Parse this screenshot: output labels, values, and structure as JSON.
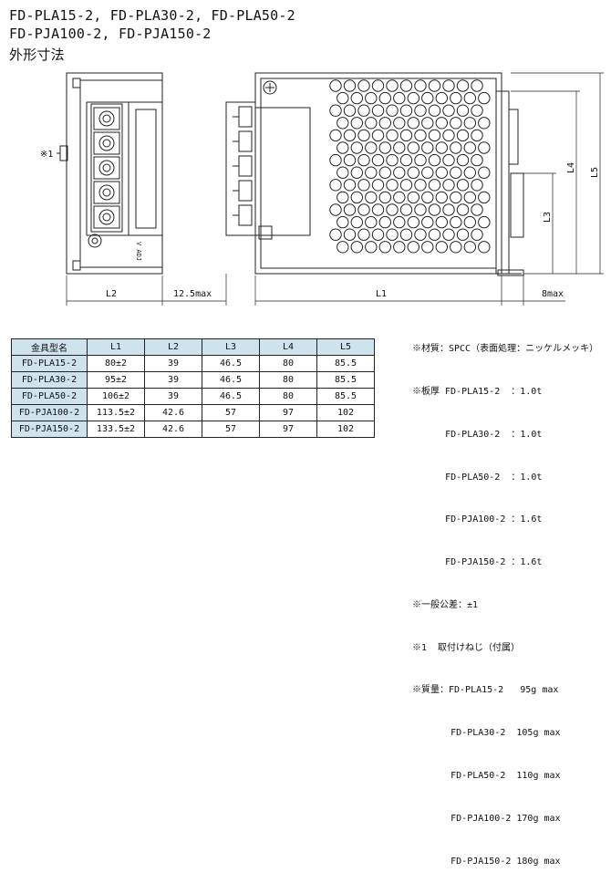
{
  "title": {
    "line1": "FD-PLA15-2, FD-PLA30-2, FD-PLA50-2",
    "line2": "FD-PJA100-2, FD-PJA150-2",
    "line3": "外形寸法"
  },
  "drawing": {
    "label_l2": "L2",
    "label_gap": "12.5max",
    "label_l1": "L1",
    "label_8max": "8max",
    "label_l3": "L3",
    "label_l4": "L4",
    "label_l5": "L5",
    "label_note1": "※1",
    "label_side_text": "V ADJ"
  },
  "table": {
    "headers": [
      "金具型名",
      "L1",
      "L2",
      "L3",
      "L4",
      "L5"
    ],
    "rows": [
      [
        "FD-PLA15-2",
        "80±2",
        "39",
        "46.5",
        "80",
        "85.5"
      ],
      [
        "FD-PLA30-2",
        "95±2",
        "39",
        "46.5",
        "80",
        "85.5"
      ],
      [
        "FD-PLA50-2",
        "106±2",
        "39",
        "46.5",
        "80",
        "85.5"
      ],
      [
        "FD-PJA100-2",
        "113.5±2",
        "42.6",
        "57",
        "97",
        "102"
      ],
      [
        "FD-PJA150-2",
        "133.5±2",
        "42.6",
        "57",
        "97",
        "102"
      ]
    ]
  },
  "notes": [
    "※材質：SPCC（表面処理：ニッケルメッキ）",
    "※板厚 FD-PLA15-2  ：1.0t",
    "      FD-PLA30-2  ：1.0t",
    "      FD-PLA50-2  ：1.0t",
    "      FD-PJA100-2 ：1.6t",
    "      FD-PJA150-2 ：1.6t",
    "※一般公差：±1",
    "※1  取付けねじ（付属）",
    "※質量：FD-PLA15-2   95g max",
    "       FD-PLA30-2  105g max",
    "       FD-PLA50-2  110g max",
    "       FD-PJA100-2 170g max",
    "       FD-PJA150-2 180g max"
  ]
}
